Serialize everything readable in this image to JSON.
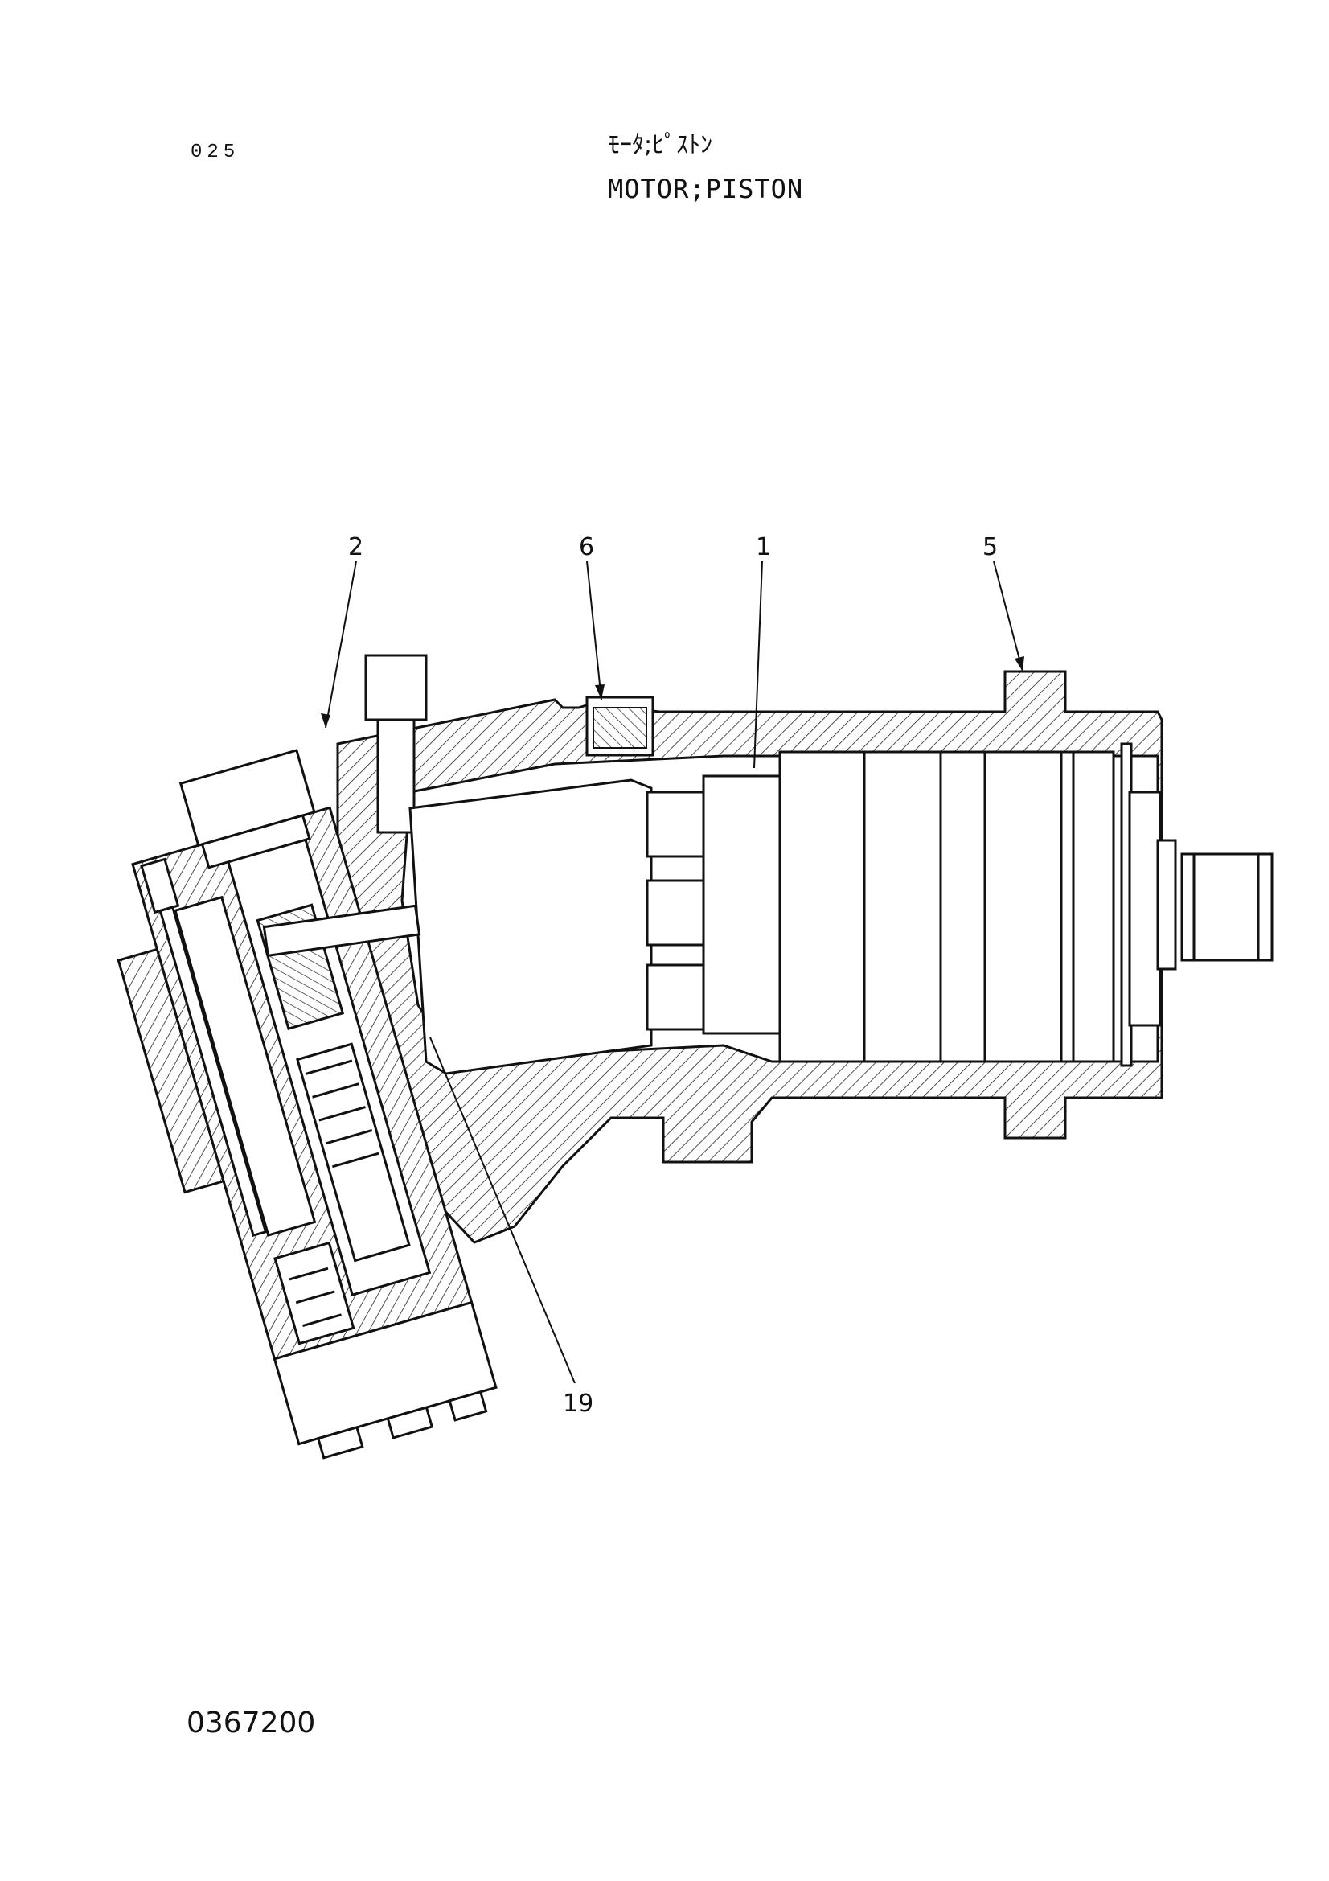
{
  "header": {
    "page_number": "025",
    "title_jp": "ﾓｰﾀ;ﾋﾟｽﾄﾝ",
    "title_en": "MOTOR;PISTON"
  },
  "callouts": [
    {
      "id": "c2",
      "label": "2"
    },
    {
      "id": "c6",
      "label": "6"
    },
    {
      "id": "c1",
      "label": "1"
    },
    {
      "id": "c5",
      "label": "5"
    },
    {
      "id": "c19",
      "label": "19"
    }
  ],
  "footer": {
    "drawing_number": "0367200"
  }
}
